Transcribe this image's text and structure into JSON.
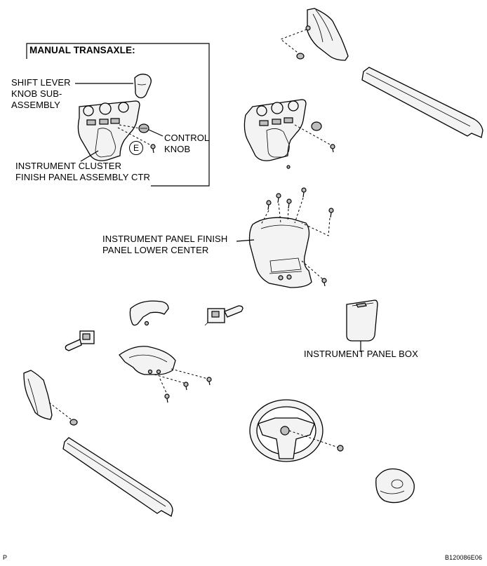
{
  "header": {
    "label": "MANUAL TRANSAXLE:"
  },
  "labels": {
    "shift_lever_1": "SHIFT LEVER",
    "shift_lever_2": "KNOB SUB-",
    "shift_lever_3": "ASSEMBLY",
    "control_knob_1": "CONTROL",
    "control_knob_2": "KNOB",
    "cluster_1": "INSTRUMENT CLUSTER",
    "cluster_2": "FINISH PANEL ASSEMBLY CTR",
    "lower_center_1": "INSTRUMENT PANEL FINISH",
    "lower_center_2": "PANEL LOWER CENTER",
    "panel_box": "INSTRUMENT PANEL BOX",
    "circle_e": "E"
  },
  "footer": {
    "left": "P",
    "code": "B120086E06"
  }
}
